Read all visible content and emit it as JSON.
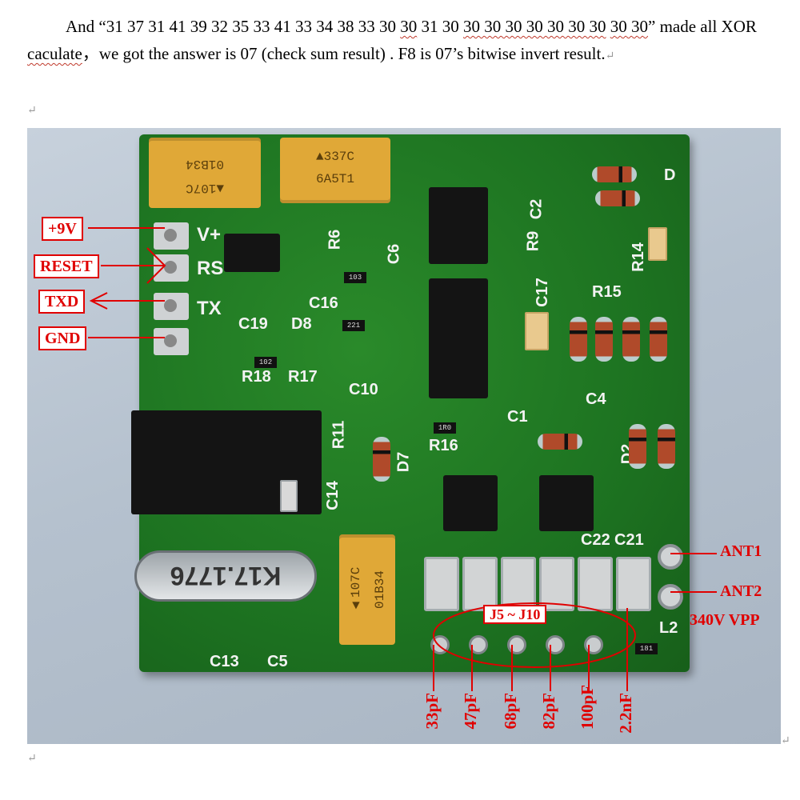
{
  "document": {
    "paragraph": {
      "part1": "And “31 37 31 41 39 32 35 33 41 33 34 38 33 30 ",
      "wavy1": "30",
      "part2": " 31 30 ",
      "wavy2": "30 30 30 30 30 30 30",
      "part3": " ",
      "wavy3": "30 30",
      "part4": "” made all XOR ",
      "wavy4": "caculate",
      "part5": "，we got the answer is 07 (check sum result) . F8 is 07’s bitwise invert result.",
      "mark": "↵"
    },
    "empty_mark": "↵",
    "end_mark": "↵"
  },
  "photo": {
    "description_colors": {
      "pcb": "#1d7321",
      "annotation": "#e00000"
    },
    "silkscreen": {
      "v_plus": "V+",
      "rs": "RS",
      "tx": "TX",
      "c16": "C16",
      "c19": "C19",
      "d8": "D8",
      "r18": "R18",
      "r17": "R17",
      "c10": "C10",
      "r6": "R6",
      "c6": "C6",
      "c17": "C17",
      "r15": "R15",
      "c4": "C4",
      "c1": "C1",
      "r16": "R16",
      "r11": "R11",
      "c14": "C14",
      "d7": "D7",
      "d2": "D2",
      "c2": "C2",
      "r9": "R9",
      "r14": "R14",
      "c22": "C22",
      "c21": "C21",
      "l2": "L2",
      "c13": "C13",
      "c5": "C5",
      "d": "D"
    },
    "components": {
      "tant1": "▲107C\n01B34",
      "tant2": "▲337C\n6A5T1",
      "tant3": "▲107C\n01B34",
      "crystal": "K17.1776",
      "res_103": "103",
      "res_221": "221",
      "res_102": "102",
      "res_1r0": "1R0",
      "res_181": "181"
    }
  },
  "annotations": {
    "pins": [
      "+9V",
      "RESET",
      "TXD",
      "GND"
    ],
    "ant1": "ANT1",
    "ant2": "ANT2",
    "vpp": "340V VPP",
    "jumpers": "J5 ~ J10",
    "caps": [
      "33pF",
      "47pF",
      "68pF",
      "82pF",
      "100pF",
      "2.2nF"
    ]
  }
}
